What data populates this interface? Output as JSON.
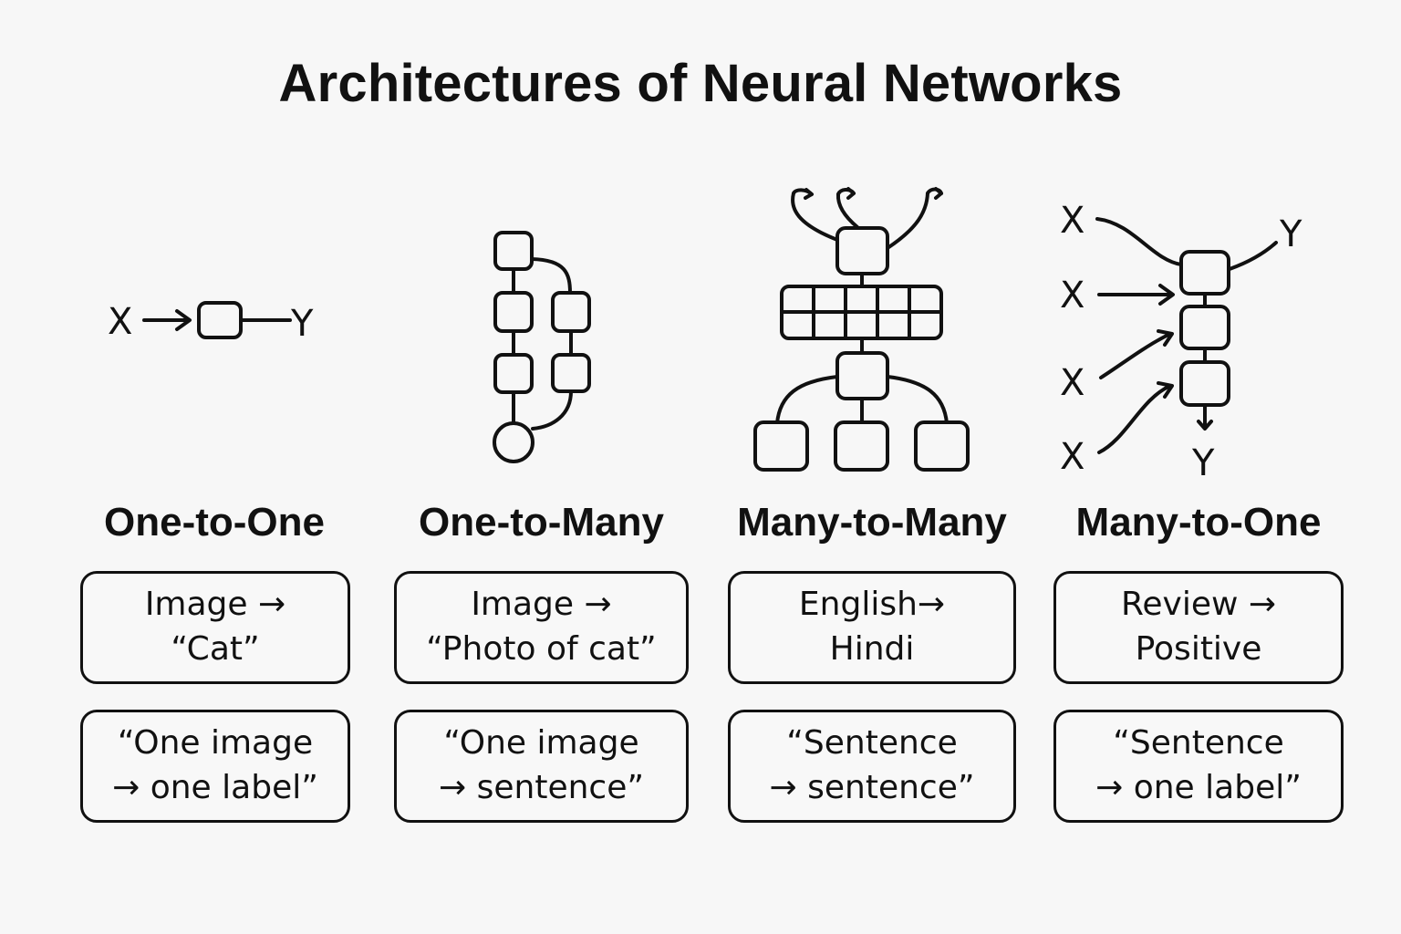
{
  "title": "Architectures of Neural Networks",
  "columns": [
    {
      "name": "One-to-One",
      "example": {
        "line1": "Image →",
        "line2": "“Cat”"
      },
      "description": {
        "line1": "“One image",
        "line2": "→ one label”"
      }
    },
    {
      "name": "One-to-Many",
      "example": {
        "line1": "Image →",
        "line2": "“Photo of cat”"
      },
      "description": {
        "line1": "“One image",
        "line2": "→ sentence”"
      }
    },
    {
      "name": "Many-to-Many",
      "example": {
        "line1": "English→",
        "line2": "Hindi"
      },
      "description": {
        "line1": "“Sentence",
        "line2": "→ sentence”"
      }
    },
    {
      "name": "Many-to-One",
      "example": {
        "line1": "Review →",
        "line2": "Positive"
      },
      "description": {
        "line1": "“Sentence",
        "line2": "→ one label”"
      }
    }
  ],
  "diagram_labels": {
    "input": "X",
    "output": "Y"
  }
}
